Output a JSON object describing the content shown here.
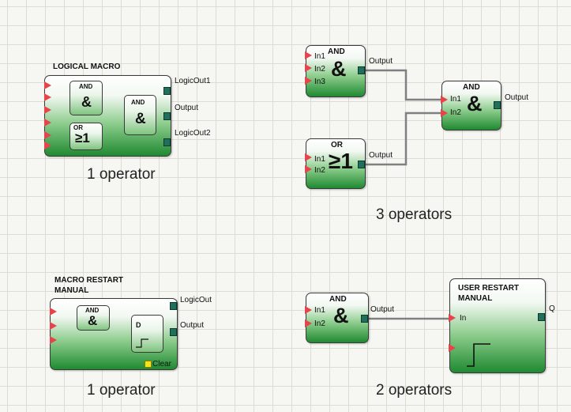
{
  "colors": {
    "grid_background": "#f6f6f2",
    "grid_line": "#dedbd2",
    "block_green": "#1f8a31",
    "input_pin": "#e8434a",
    "output_pin": "#1f6f5a",
    "wire": "#808080",
    "clear_pin": "#f5e51a"
  },
  "logical_macro": {
    "title": "LOGICAL MACRO",
    "outputs": [
      "LogicOut1",
      "Output",
      "LogicOut2"
    ],
    "and1_label": "AND",
    "and1_symbol": "&",
    "and2_label": "AND",
    "and2_symbol": "&",
    "or_label": "OR",
    "or_symbol": "≥1",
    "caption": "1 operator"
  },
  "network": {
    "and_in": {
      "label": "AND",
      "symbol": "&",
      "inputs": [
        "In1",
        "In2",
        "In3"
      ],
      "output": "Output"
    },
    "or_in": {
      "label": "OR",
      "symbol": "≥1",
      "inputs": [
        "In1",
        "In2"
      ],
      "output": "Output"
    },
    "and_out": {
      "label": "AND",
      "symbol": "&",
      "inputs": [
        "In1",
        "In2"
      ],
      "output": "Output"
    },
    "caption": "3 operators"
  },
  "macro_restart": {
    "title_line1": "MACRO RESTART",
    "title_line2": "MANUAL",
    "outputs": [
      "LogicOut",
      "Output"
    ],
    "and_label": "AND",
    "and_symbol": "&",
    "d_label": "D",
    "clear_label": "Clear",
    "caption": "1 operator"
  },
  "restart_network": {
    "and": {
      "label": "AND",
      "symbol": "&",
      "inputs": [
        "In1",
        "In2"
      ],
      "output": "Output"
    },
    "user_restart": {
      "title_line1": "USER RESTART",
      "title_line2": "MANUAL",
      "input": "In",
      "output": "Q"
    },
    "caption": "2 operators"
  }
}
